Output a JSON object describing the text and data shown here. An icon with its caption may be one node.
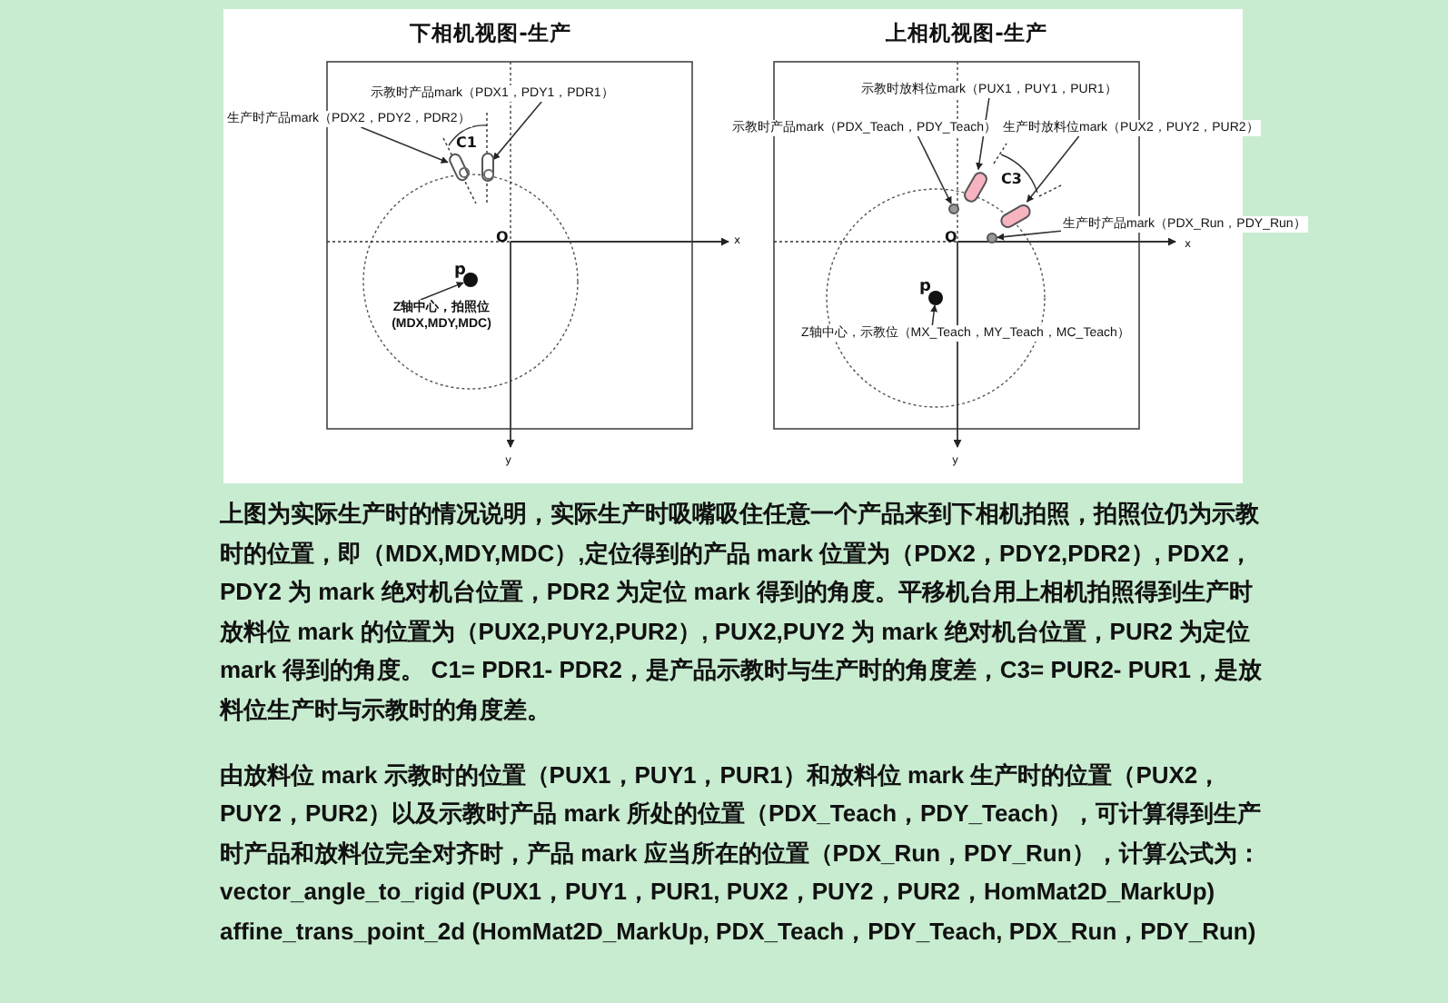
{
  "diagram": {
    "nodes": [
      {
        "text": [
          "示教时产品mark（PDX1，PDY1，PDR1）"
        ]
      },
      {
        "text": [
          "生产时产品mark（PDX2，PDY2，PDR2）"
        ]
      },
      {
        "text": [],
        "shape": "capsule"
      },
      {
        "text": [],
        "shape": "capsule"
      },
      {
        "text": [
          "Z轴中心，拍照位 (MDX,MDY,MDC)"
        ]
      },
      {
        "text": [],
        "shape": "circle"
      },
      {
        "text": [
          "示教时放料位mark（PUX1，PUY1，PUR1）"
        ]
      },
      {
        "text": [
          "示教时产品mark（PDX_Teach，PDY_Teach）"
        ]
      },
      {
        "text": [
          "生产时放料位mark（PUX2，PUY2，PUR2）"
        ]
      },
      {
        "text": [
          "生产时产品mark（PDX_Run，PDY_Run）"
        ]
      },
      {
        "text": [],
        "shape": "capsule"
      },
      {
        "text": [],
        "shape": "circle"
      },
      {
        "text": [],
        "shape": "capsule"
      },
      {
        "text": [],
        "shape": "circle"
      },
      {
        "text": [],
        "shape": "circle"
      },
      {
        "text": [
          "Z轴中心，示教位（MX_Teach，MY_Teach，MC_Teach）"
        ]
      }
    ],
    "edges": [
      {
        "from": 0,
        "to": 3,
        "arrow": "to"
      },
      {
        "from": 1,
        "to": 2,
        "arrow": "to"
      },
      {
        "from": 4,
        "to": 5,
        "arrow": "to"
      },
      {
        "from": 6,
        "to": 10,
        "arrow": "to"
      },
      {
        "from": 7,
        "to": 11,
        "arrow": "to"
      },
      {
        "from": 8,
        "to": 12,
        "arrow": "to"
      },
      {
        "from": 9,
        "to": 13,
        "arrow": "to"
      },
      {
        "from": 15,
        "to": 14,
        "arrow": "to"
      }
    ],
    "labels": [
      "下相机视图-生产",
      "C1",
      "O",
      "x",
      "y",
      "p",
      "上相机视图-生产",
      "C3",
      "O",
      "x",
      "y",
      "p",
      "上图为实际生产时的情况说明，实际生产时吸嘴吸住任意一个产品来到下相机拍照，拍照位仍为示教时的位置，即（MDX,MDY,MDC）,定位得到的产品 mark 位置为（PDX2，PDY2,PDR2）, PDX2，PDY2 为 mark 绝对机台位置，PDR2 为定位 mark 得到的角度。平移机台用上相机拍照得到生产时放料位 mark 的位置为（PUX2,PUY2,PUR2）, PUX2,PUY2 为 mark 绝对机台位置，PUR2 为定位 mark 得到的角度。  C1= PDR1- PDR2，是产品示教时与生产时的角度差，C3= PUR2- PUR1，是放料位生产时与示教时的角度差。",
      "由放料位 mark 示教时的位置（PUX1，PUY1，PUR1）和放料位 mark 生产时的位置（PUX2，PUY2，PUR2）以及示教时产品 mark 所处的位置（PDX_Teach，PDY_Teach），可计算得到生产时产品和放料位完全对齐时，产品 mark 应当所在的位置（PDX_Run，PDY_Run），计算公式为：",
      "vector_angle_to_rigid (PUX1，PUY1，PUR1, PUX2，PUY2，PUR2，HomMat2D_MarkUp)",
      "affine_trans_point_2d (HomMat2D_MarkUp, PDX_Teach，PDY_Teach, PDX_Run，PDY_Run)"
    ]
  }
}
